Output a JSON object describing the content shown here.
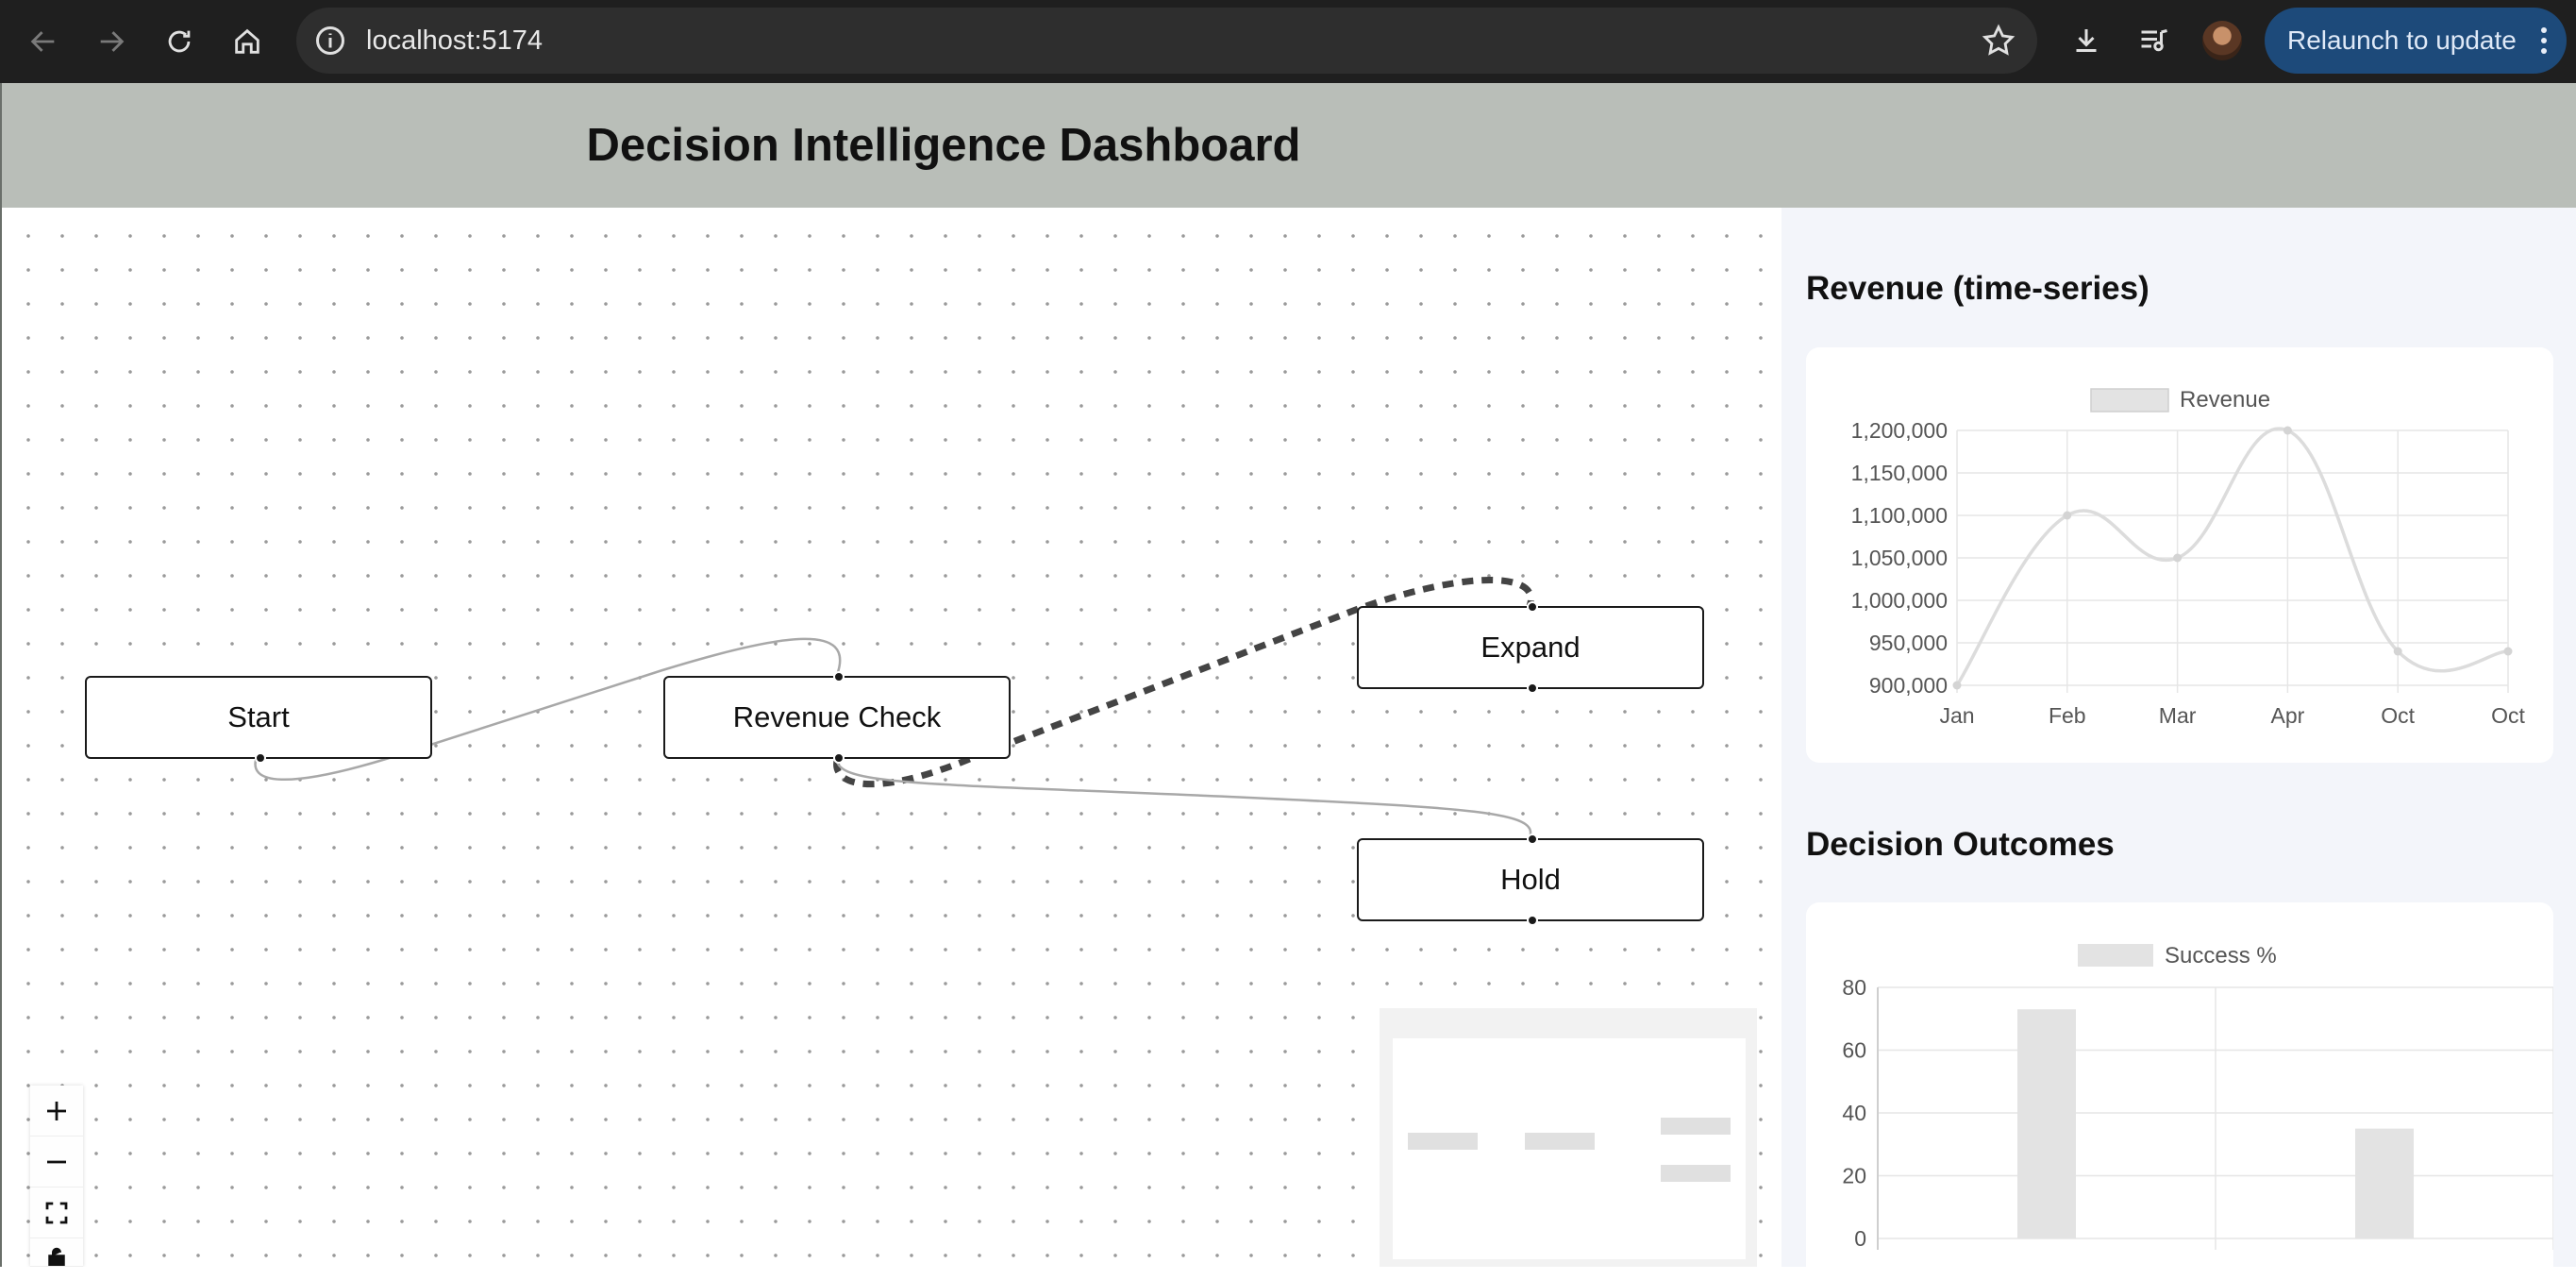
{
  "browser": {
    "url": "localhost:5174",
    "relaunch_label": "Relaunch to update",
    "icons": [
      "back-icon",
      "forward-icon",
      "reload-icon",
      "home-icon",
      "site-info-icon",
      "star-icon",
      "download-icon",
      "media-queue-icon",
      "profile-avatar",
      "more-vertical-icon"
    ]
  },
  "app": {
    "title": "Decision Intelligence Dashboard"
  },
  "flow": {
    "nodes": [
      {
        "id": "start",
        "label": "Start"
      },
      {
        "id": "revenue_check",
        "label": "Revenue Check"
      },
      {
        "id": "expand",
        "label": "Expand"
      },
      {
        "id": "hold",
        "label": "Hold"
      }
    ],
    "edges": [
      {
        "from": "start",
        "to": "revenue_check",
        "style": "solid"
      },
      {
        "from": "revenue_check",
        "to": "expand",
        "style": "animated-dashed"
      },
      {
        "from": "revenue_check",
        "to": "hold",
        "style": "solid"
      }
    ],
    "controls": [
      "zoom-in-icon",
      "zoom-out-icon",
      "fit-view-icon",
      "lock-icon"
    ]
  },
  "panel": {
    "revenue_heading": "Revenue (time-series)",
    "outcomes_heading": "Decision Outcomes"
  },
  "chart_data": [
    {
      "type": "line",
      "legend": [
        "Revenue"
      ],
      "categories": [
        "Jan",
        "Feb",
        "Mar",
        "Apr",
        "Oct",
        "Oct"
      ],
      "series": [
        {
          "name": "Revenue",
          "values": [
            900000,
            1100000,
            1050000,
            1200000,
            940000,
            940000
          ]
        }
      ],
      "yticks": [
        "1,200,000",
        "1,150,000",
        "1,100,000",
        "1,050,000",
        "1,000,000",
        "950,000",
        "900,000"
      ],
      "ylim": [
        900000,
        1200000
      ],
      "grid": true,
      "legend_position": "top",
      "color": "#e3e3e3"
    },
    {
      "type": "bar",
      "legend": [
        "Success %"
      ],
      "categories": [
        "",
        ""
      ],
      "series": [
        {
          "name": "Success %",
          "values": [
            73,
            35
          ]
        }
      ],
      "yticks": [
        "80",
        "60",
        "40",
        "20",
        "0"
      ],
      "ylim": [
        0,
        80
      ],
      "grid": true,
      "legend_position": "top",
      "color": "#e3e3e3"
    }
  ]
}
